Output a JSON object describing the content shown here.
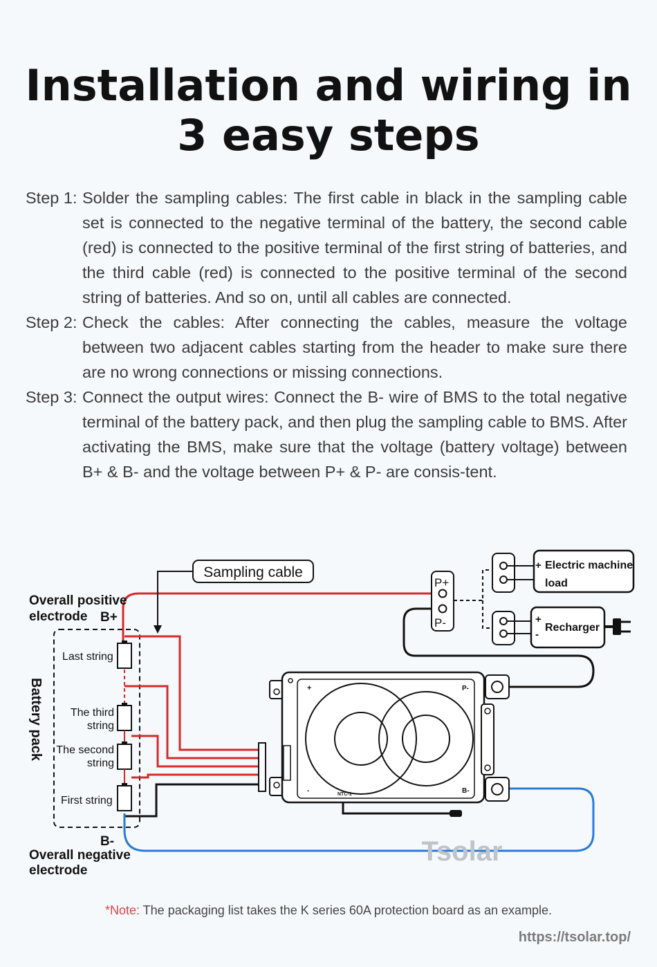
{
  "title": {
    "line1": "Installation and wiring in",
    "line2": "3 easy steps"
  },
  "steps": [
    {
      "label": "Step 1:",
      "text": "Solder the sampling cables: The first cable in black in the sampling cable set is connected to the negative terminal of the battery, the second cable (red) is connected to the positive terminal of the first string of batteries, and the third cable (red) is connected to the positive terminal of the second string of batteries. And so on, until all cables are connected."
    },
    {
      "label": "Step 2:",
      "text": "Check the cables: After connecting the cables, measure the voltage between two adjacent cables starting from the header to make sure there are no wrong connections or missing connections."
    },
    {
      "label": "Step 3:",
      "text": "Connect the output wires: Connect the B- wire of BMS to the total negative terminal of the battery pack, and then plug the sampling cable to BMS. After activating the BMS, make sure that the voltage (battery voltage) between B+ & B- and the voltage between P+ & P- are consis-tent."
    }
  ],
  "diagram": {
    "sampling_cable": "Sampling cable",
    "overall_positive_1": "Overall positive",
    "overall_positive_2": "electrode",
    "b_plus": "B+",
    "battery_pack": "Battery pack",
    "last_string": "Last string",
    "third_string_1": "The third",
    "third_string_2": "string",
    "second_string_1": "The second",
    "second_string_2": "string",
    "first_string": "First string",
    "b_minus": "B-",
    "overall_negative_1": "Overall negative",
    "overall_negative_2": "electrode",
    "p_plus": "P+",
    "p_minus": "P-",
    "electric_machine_1": "Electric machine",
    "electric_machine_2": "load",
    "recharger": "Recharger",
    "plus": "+",
    "minus": "-",
    "board_pminus": "P-",
    "board_bminus": "B-",
    "board_ntc": "NTC-1",
    "watermark": "Tsolar"
  },
  "colors": {
    "red_wire": "#d42a2a",
    "blue_wire": "#2a7ad4",
    "outline": "#1a1a1a"
  },
  "note": {
    "label": "*Note:",
    "text": " The packaging list takes the K series 60A protection board as an example."
  },
  "url": "https://tsolar.top/"
}
